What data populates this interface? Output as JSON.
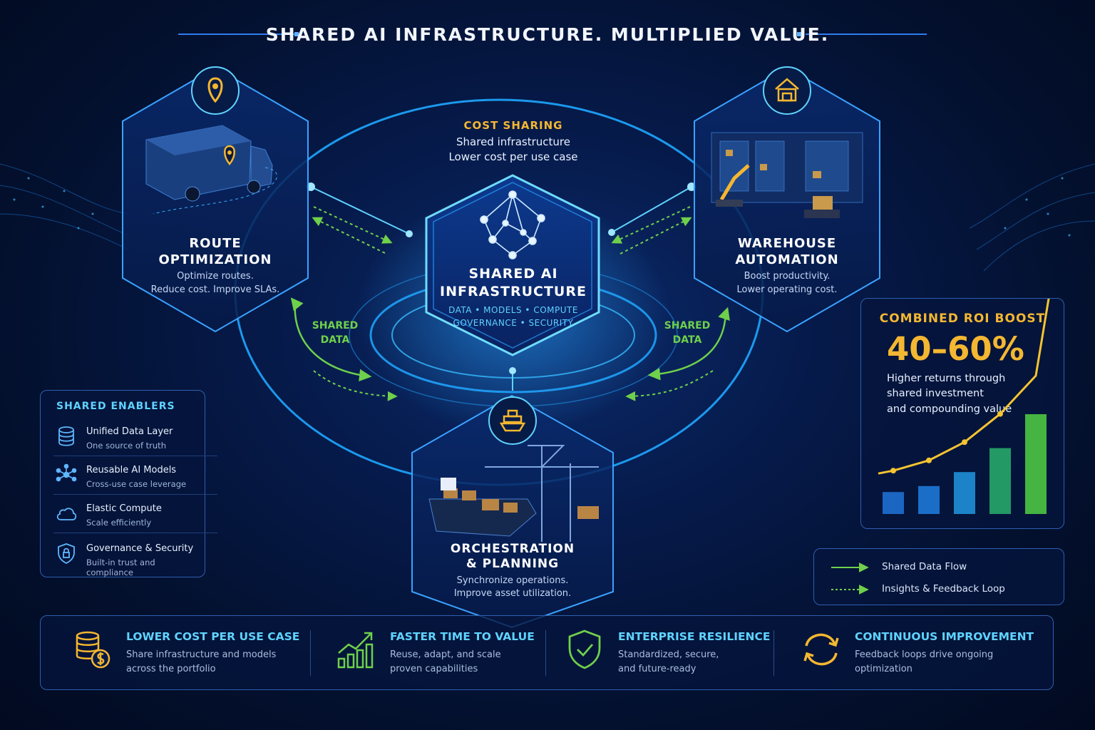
{
  "title": "SHARED AI INFRASTRUCTURE. MULTIPLIED VALUE.",
  "colors": {
    "accent": "#5fd3ff",
    "gold": "#f4b731",
    "green": "#6fd04b",
    "background": "#03102e"
  },
  "cost_sharing": {
    "heading": "COST SHARING",
    "line1": "Shared infrastructure",
    "line2": "Lower cost per use case"
  },
  "center": {
    "icon": "network-icon",
    "title_line1": "SHARED AI",
    "title_line2": "INFRASTRUCTURE",
    "tags_line1": "DATA • MODELS • COMPUTE",
    "tags_line2": "GOVERNANCE • SECURITY"
  },
  "route": {
    "icon": "location-pin-icon",
    "title_line1": "ROUTE",
    "title_line2": "OPTIMIZATION",
    "desc_line1": "Optimize routes.",
    "desc_line2": "Reduce cost. Improve SLAs."
  },
  "warehouse": {
    "icon": "warehouse-icon",
    "title_line1": "WAREHOUSE",
    "title_line2": "AUTOMATION",
    "desc_line1": "Boost productivity.",
    "desc_line2": "Lower operating cost."
  },
  "orchestration": {
    "icon": "ship-icon",
    "title_line1": "ORCHESTRATION",
    "title_line2": "& PLANNING",
    "desc_line1": "Synchronize operations.",
    "desc_line2": "Improve asset utilization."
  },
  "shared_data_left": {
    "line1": "SHARED",
    "line2": "DATA"
  },
  "shared_data_right": {
    "line1": "SHARED",
    "line2": "DATA"
  },
  "enablers": {
    "heading": "SHARED ENABLERS",
    "items": [
      {
        "icon": "database-icon",
        "name": "Unified Data Layer",
        "desc": "One source of truth"
      },
      {
        "icon": "model-network-icon",
        "name": "Reusable AI Models",
        "desc": "Cross-use case leverage"
      },
      {
        "icon": "cloud-icon",
        "name": "Elastic Compute",
        "desc": "Scale efficiently"
      },
      {
        "icon": "shield-lock-icon",
        "name": "Governance & Security",
        "desc": "Built-in trust and compliance"
      }
    ]
  },
  "roi": {
    "heading": "COMBINED ROI BOOST",
    "value": "40–60%",
    "desc_line1": "Higher returns through",
    "desc_line2": "shared investment",
    "desc_line3": "and compounding value",
    "bar_levels": [
      0.22,
      0.28,
      0.42,
      0.66,
      1.0
    ],
    "bar_colors": [
      "#1e6fd0",
      "#1e78d8",
      "#1f8fd8",
      "#27a86a",
      "#4cc742"
    ]
  },
  "legend": {
    "items": [
      {
        "label": "Shared Data Flow",
        "style": "solid"
      },
      {
        "label": "Insights & Feedback Loop",
        "style": "dotted"
      }
    ]
  },
  "bottom": [
    {
      "icon": "coins-dollar-icon",
      "title": "LOWER COST PER USE CASE",
      "desc_line1": "Share infrastructure and models",
      "desc_line2": "across the portfolio"
    },
    {
      "icon": "growth-chart-icon",
      "title": "FASTER TIME TO VALUE",
      "desc_line1": "Reuse, adapt, and scale",
      "desc_line2": "proven capabilities"
    },
    {
      "icon": "shield-check-icon",
      "title": "ENTERPRISE RESILIENCE",
      "desc_line1": "Standardized, secure,",
      "desc_line2": "and future-ready"
    },
    {
      "icon": "refresh-cycle-icon",
      "title": "CONTINUOUS IMPROVEMENT",
      "desc_line1": "Feedback loops drive ongoing",
      "desc_line2": "optimization"
    }
  ]
}
